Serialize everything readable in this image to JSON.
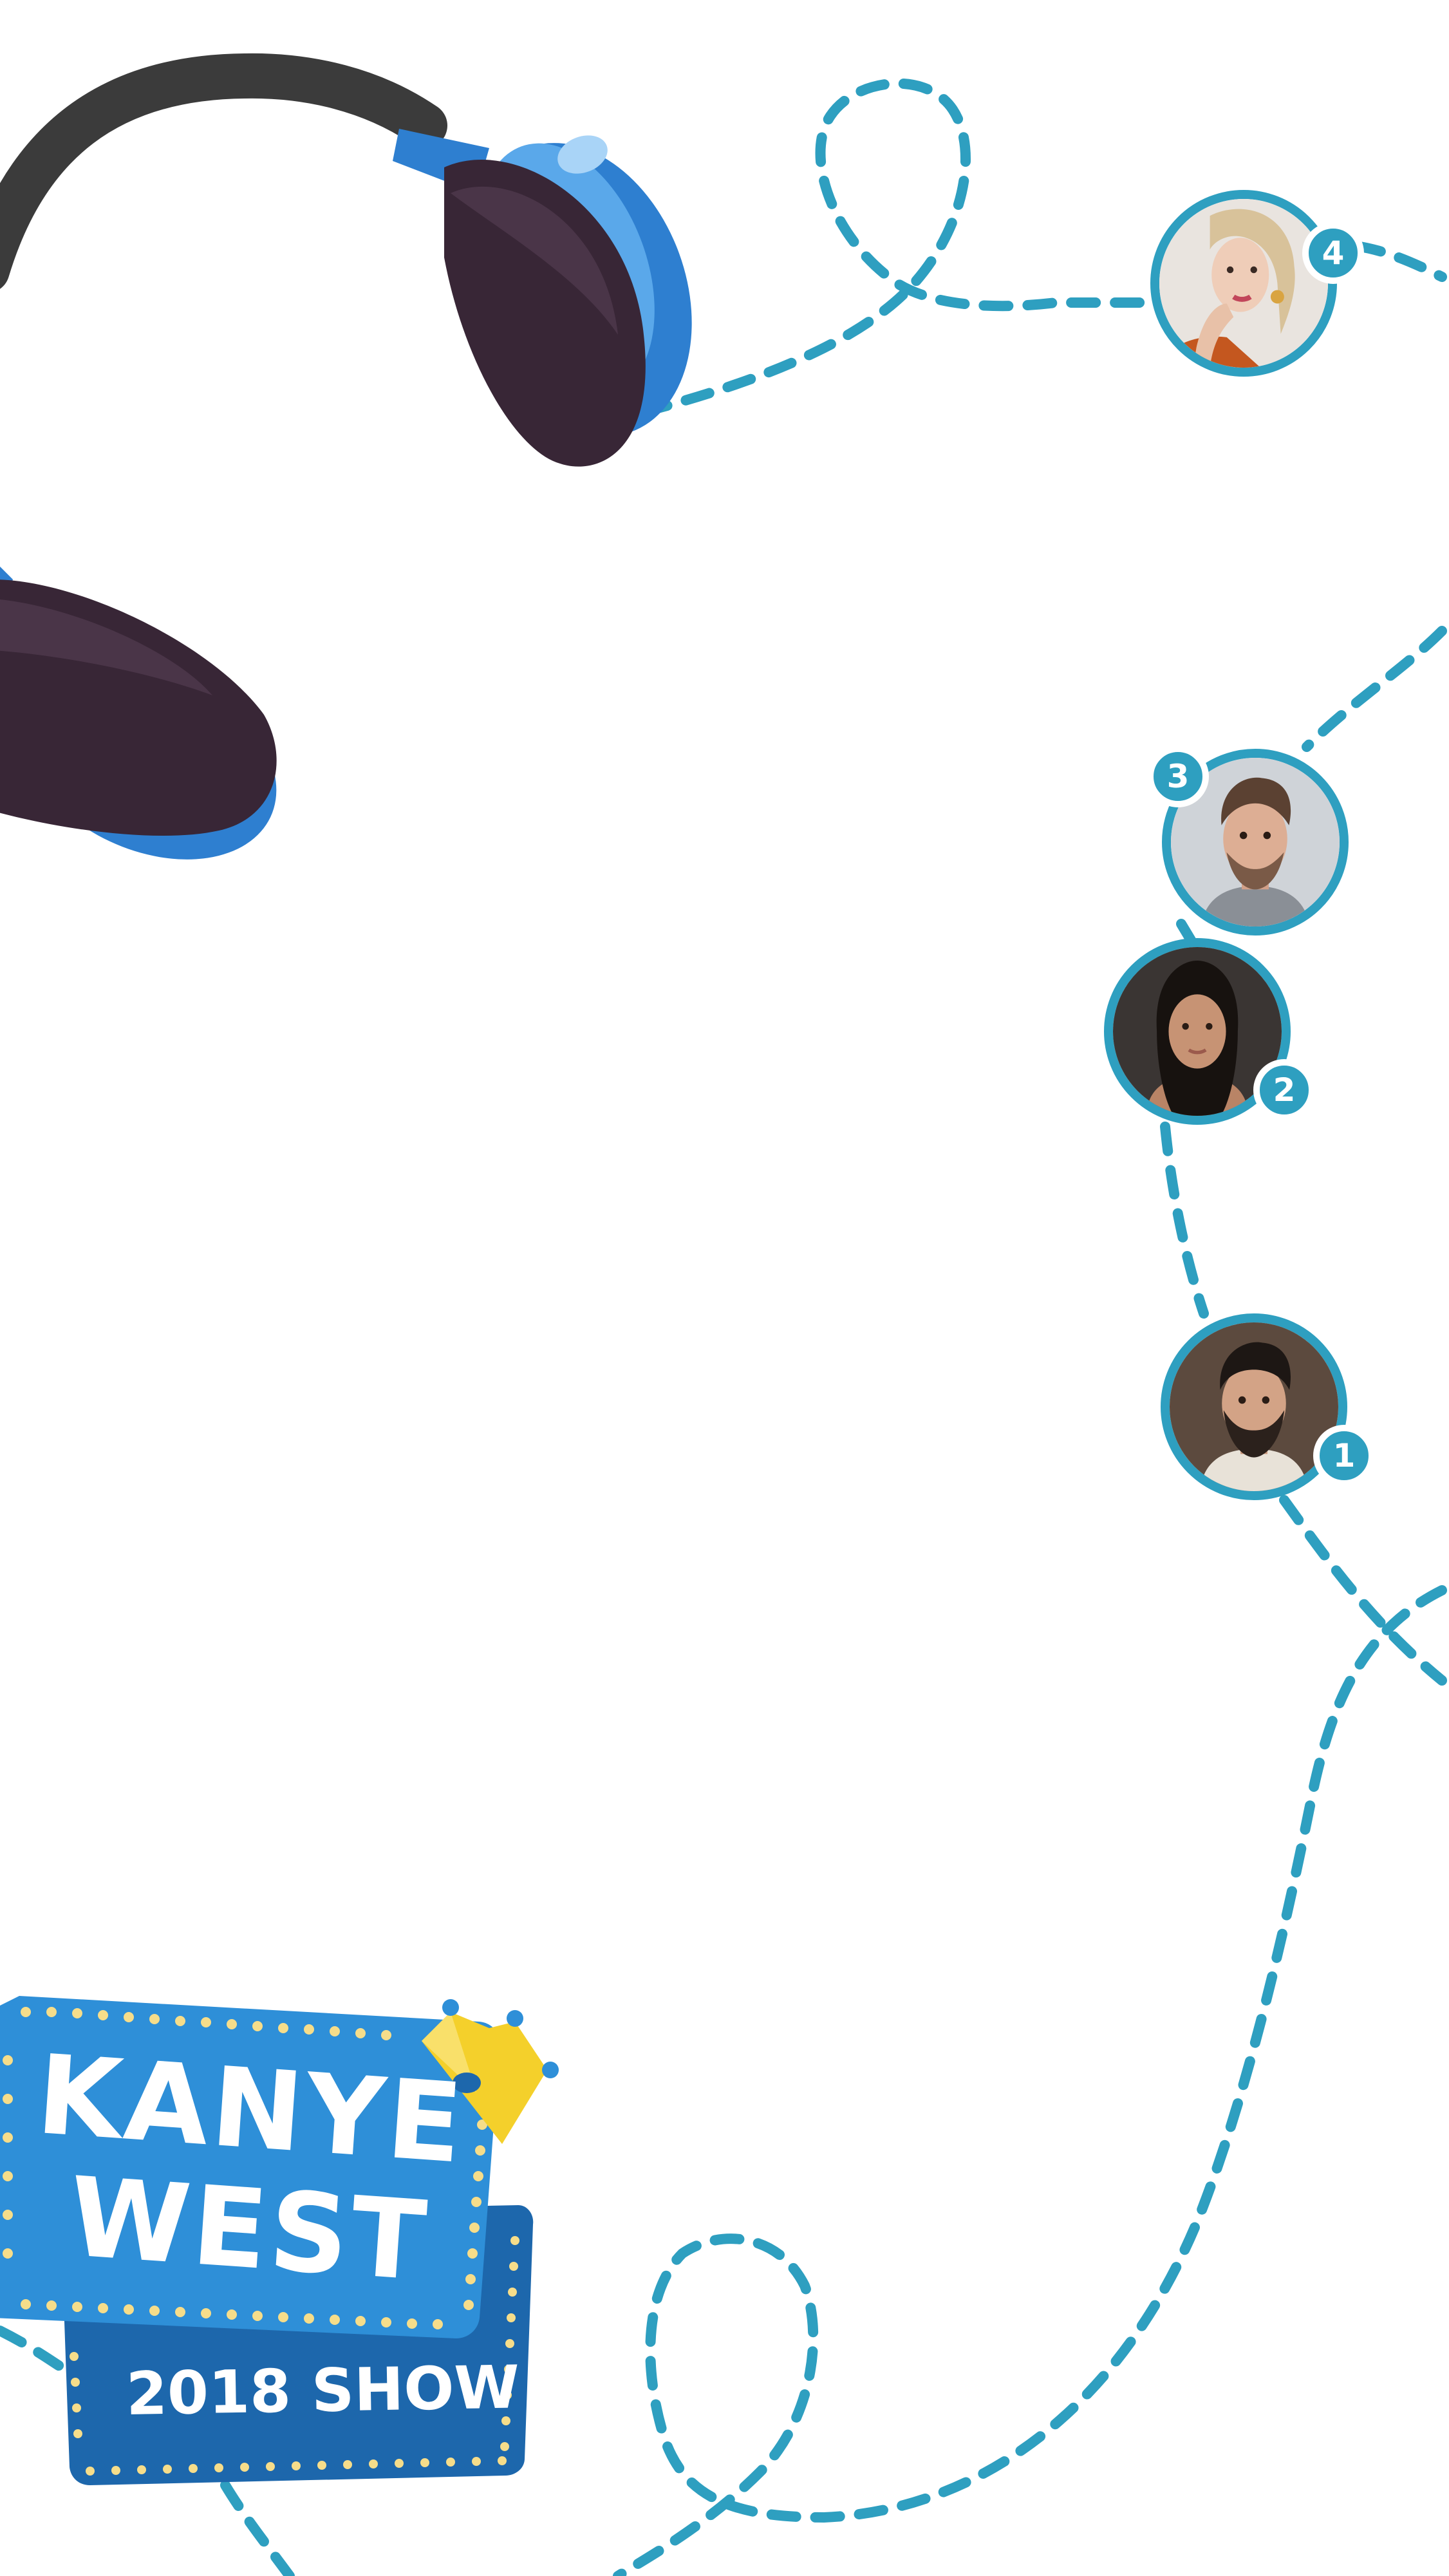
{
  "poster": {
    "title_line1": "KANYE",
    "title_line2": "WEST",
    "subtitle": "2018 SHOW"
  },
  "profiles": [
    {
      "number": "1",
      "description": "bearded-man-portrait"
    },
    {
      "number": "2",
      "description": "woman-portrait"
    },
    {
      "number": "3",
      "description": "man-portrait"
    },
    {
      "number": "4",
      "description": "woman-portrait-posing"
    }
  ],
  "colors": {
    "accent": "#2e9fc0",
    "sign_blue": "#2e8fd8",
    "sign_dark_blue": "#1d67ac",
    "crown": "#f4d02b",
    "earcup": "#3a2a3a",
    "headband": "#3a3a3a"
  }
}
